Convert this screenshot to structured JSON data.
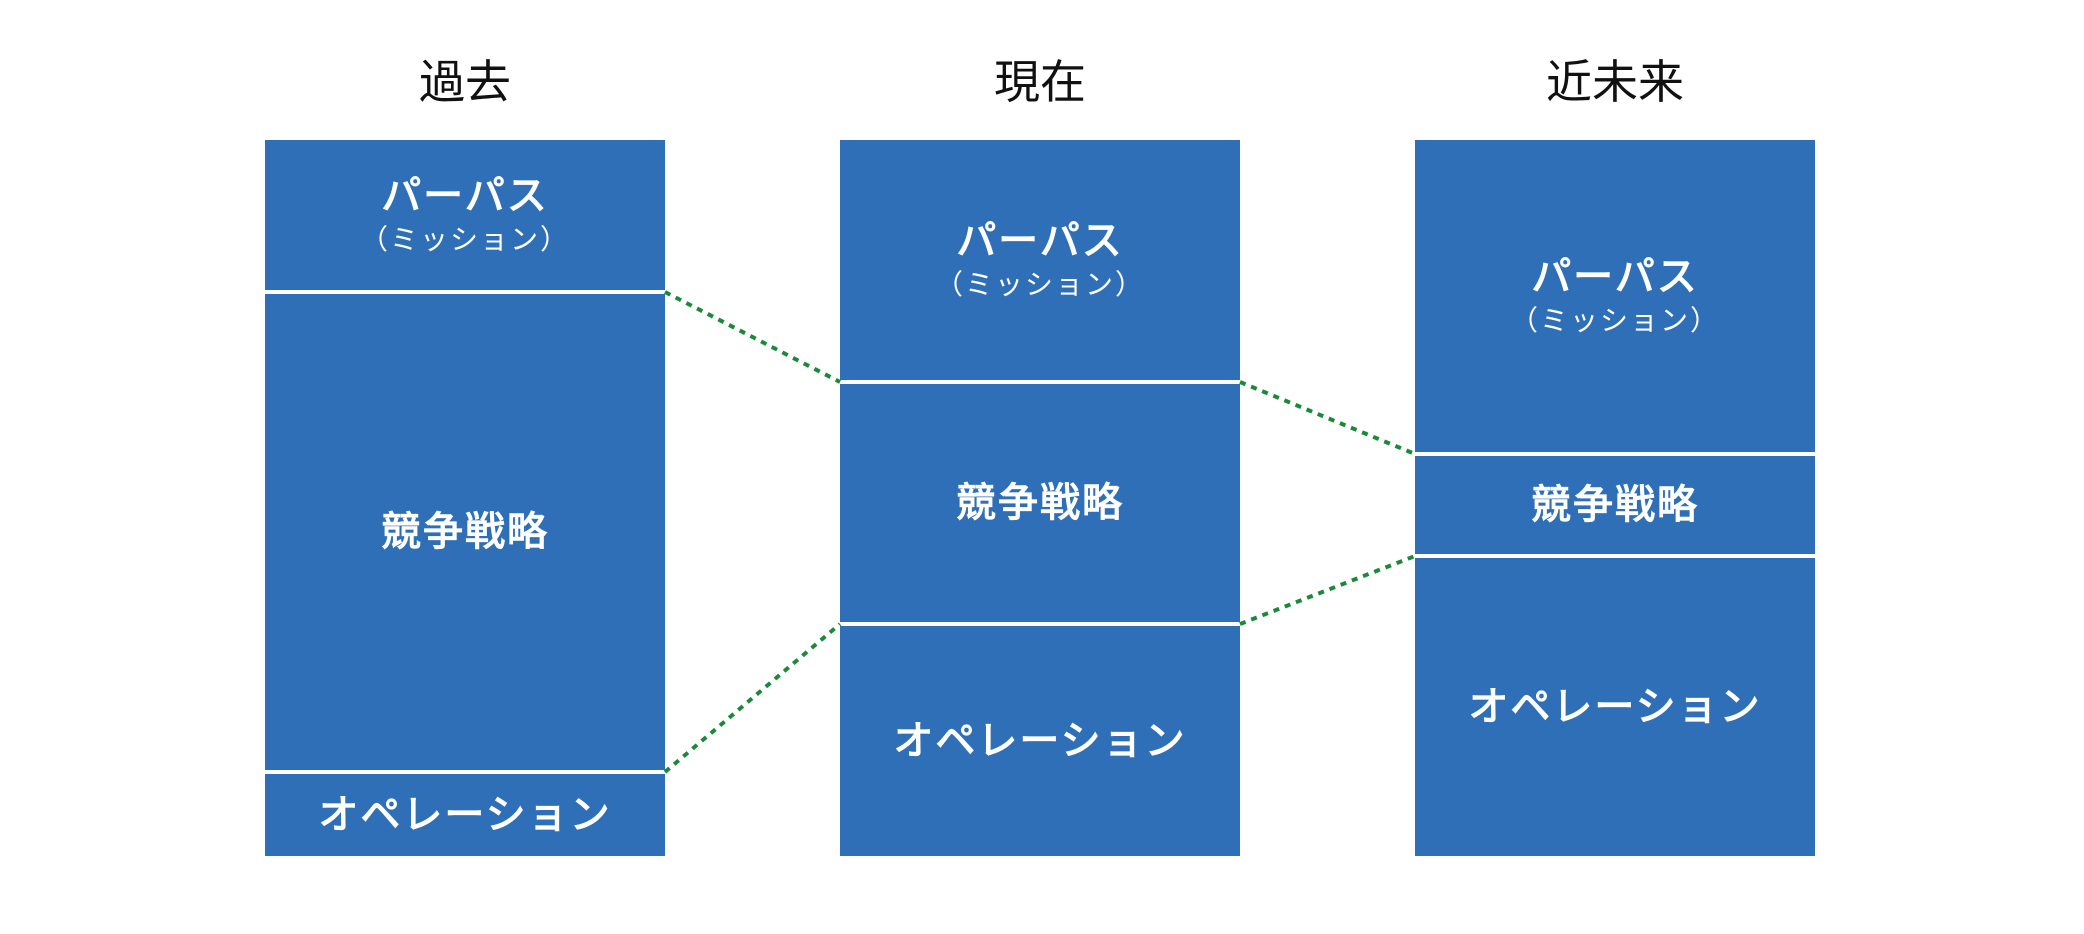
{
  "colors": {
    "block": "#2e6fb7",
    "connector": "#1a8a3a",
    "title": "#111111"
  },
  "columns": [
    {
      "title": "過去",
      "purpose": {
        "main": "パーパス",
        "sub": "（ミッション）"
      },
      "strategy": "競争戦略",
      "operation": "オペレーション"
    },
    {
      "title": "現在",
      "purpose": {
        "main": "パーパス",
        "sub": "（ミッション）"
      },
      "strategy": "競争戦略",
      "operation": "オペレーション"
    },
    {
      "title": "近未来",
      "purpose": {
        "main": "パーパス",
        "sub": "（ミッション）"
      },
      "strategy": "競争戦略",
      "operation": "オペレーション"
    }
  ]
}
